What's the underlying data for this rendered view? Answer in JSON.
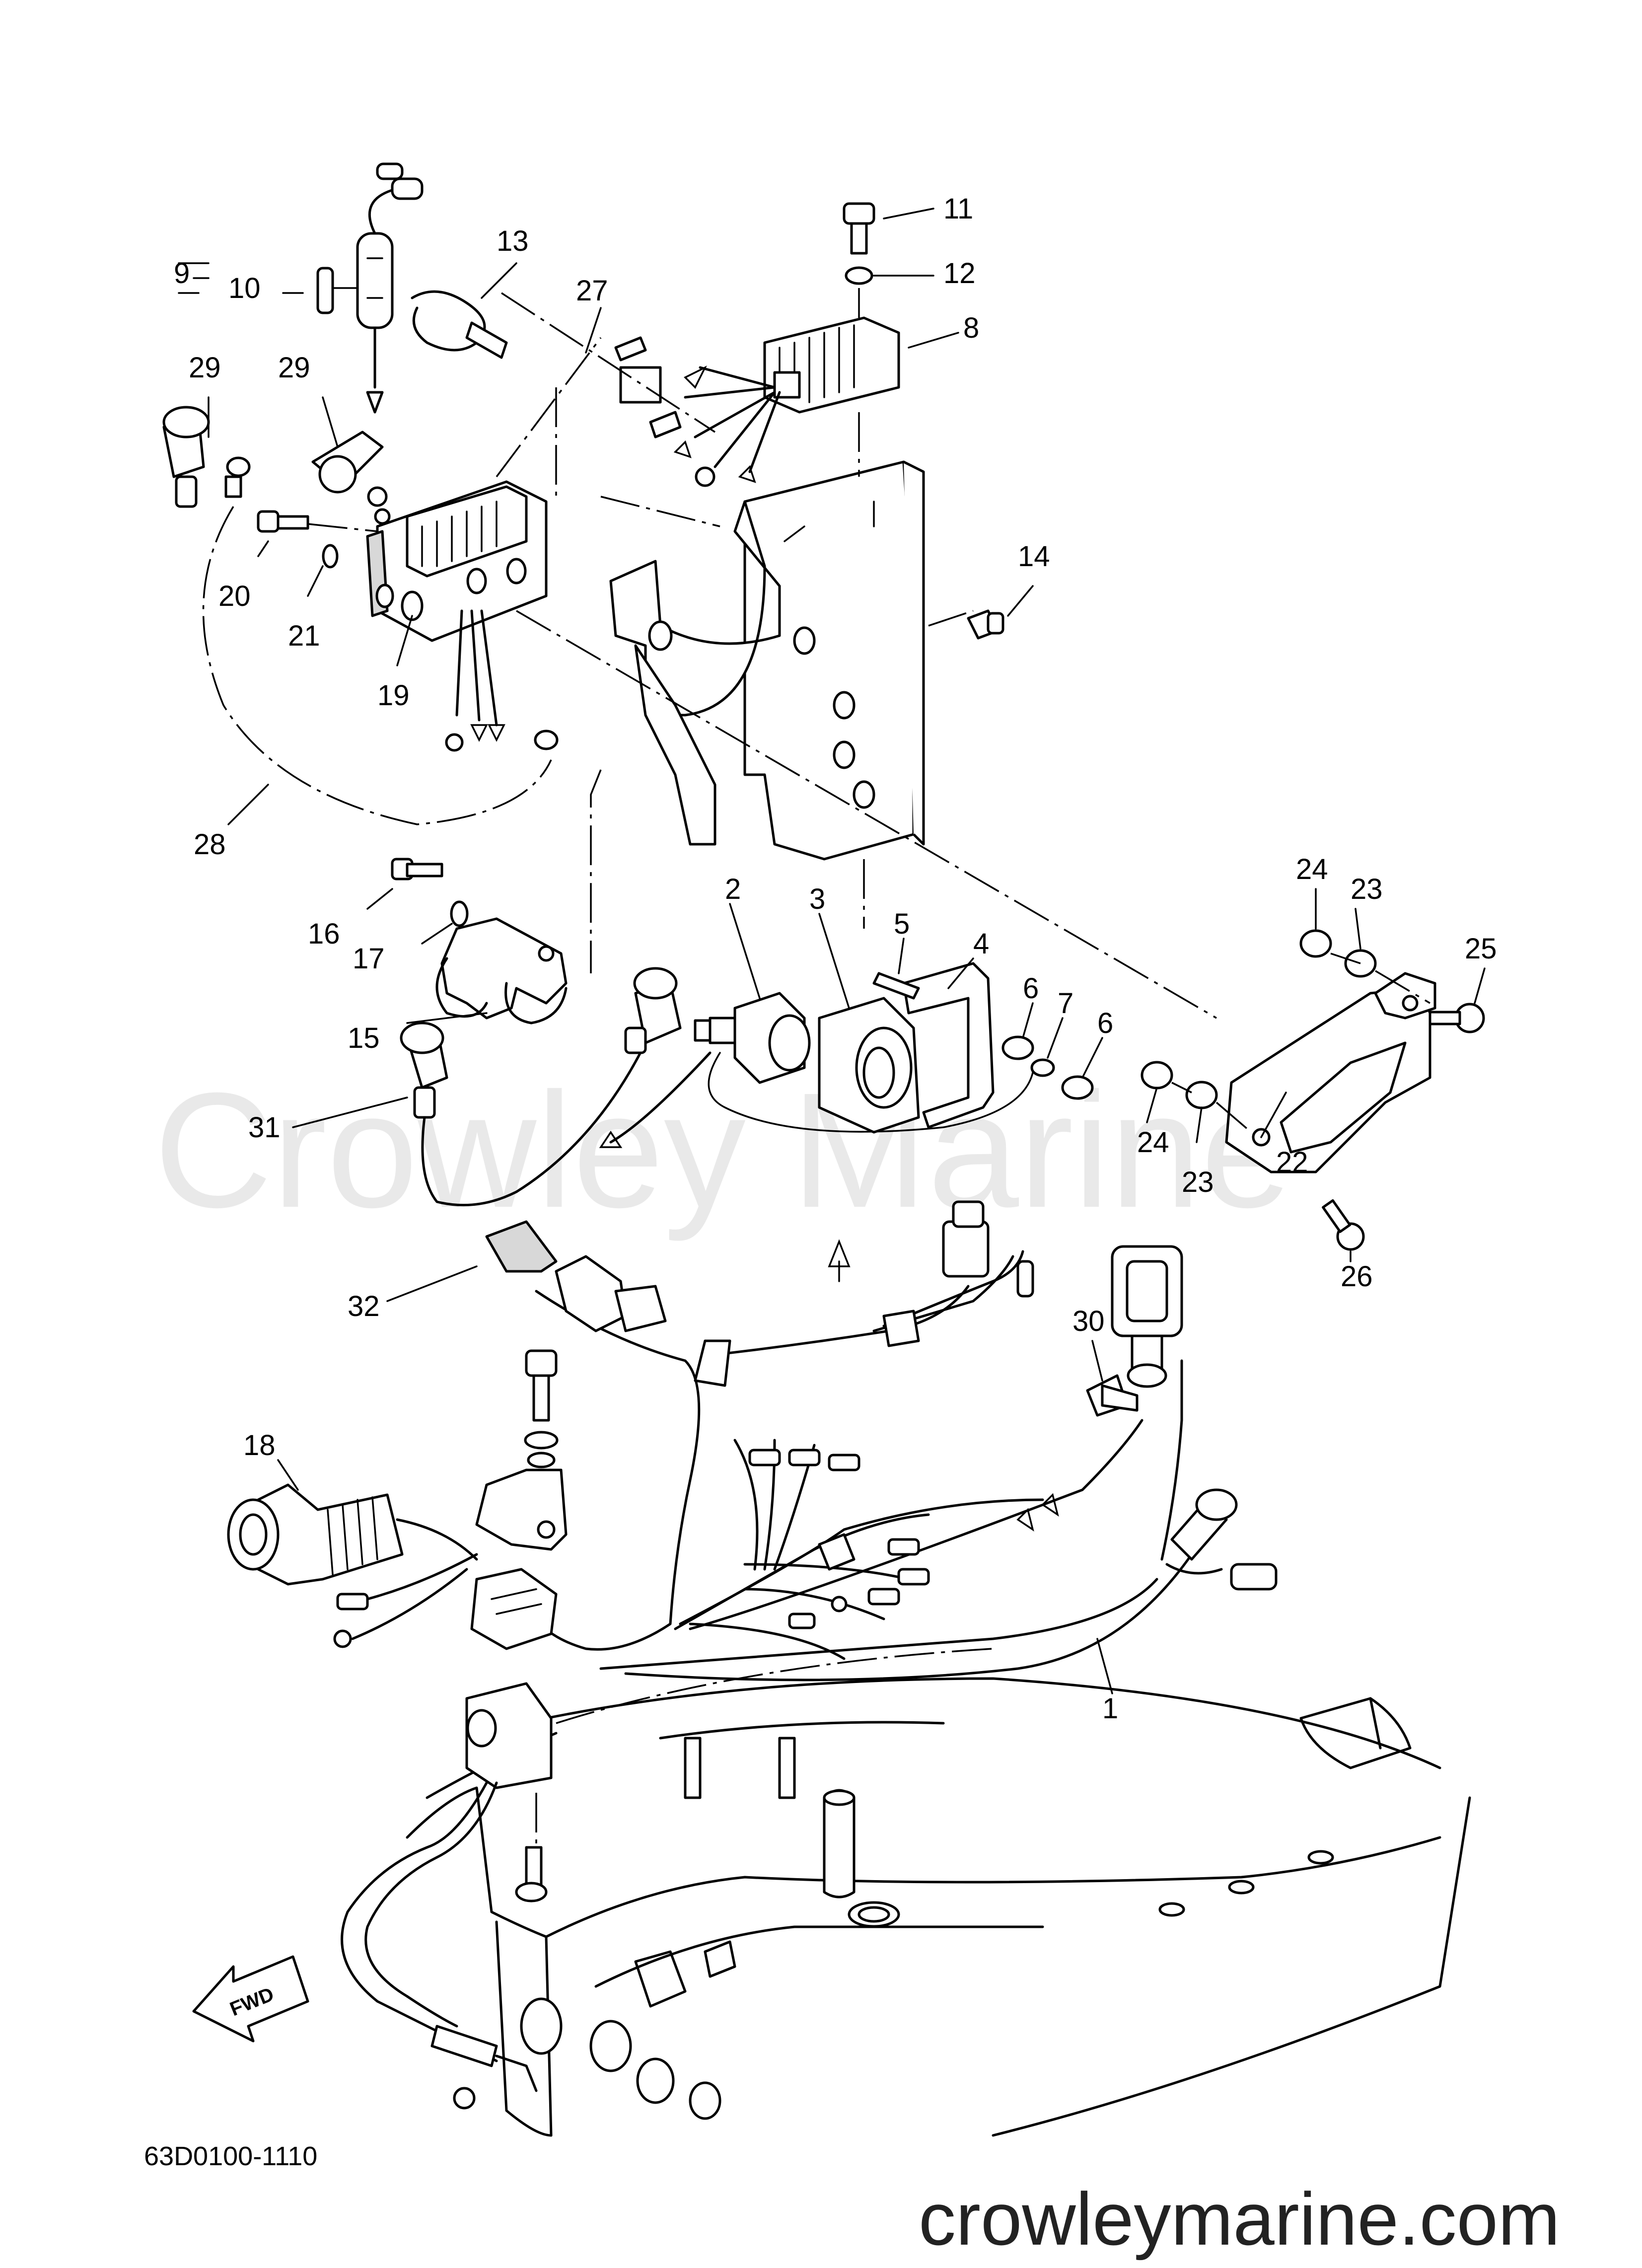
{
  "watermark": "Crowley Marine",
  "site_url": "crowleymarine.com",
  "diagram_code": "63D0100-1110",
  "fwd_label": "FWD",
  "callouts": [
    "1",
    "2",
    "3",
    "4",
    "5",
    "6",
    "6",
    "7",
    "8",
    "9",
    "10",
    "11",
    "12",
    "13",
    "14",
    "15",
    "16",
    "17",
    "18",
    "19",
    "20",
    "21",
    "22",
    "23",
    "23",
    "24",
    "24",
    "25",
    "26",
    "27",
    "28",
    "29",
    "29",
    "30",
    "31",
    "32"
  ],
  "colors": {
    "line": "#000000",
    "watermark": "#e9e9e9",
    "background": "#ffffff"
  }
}
